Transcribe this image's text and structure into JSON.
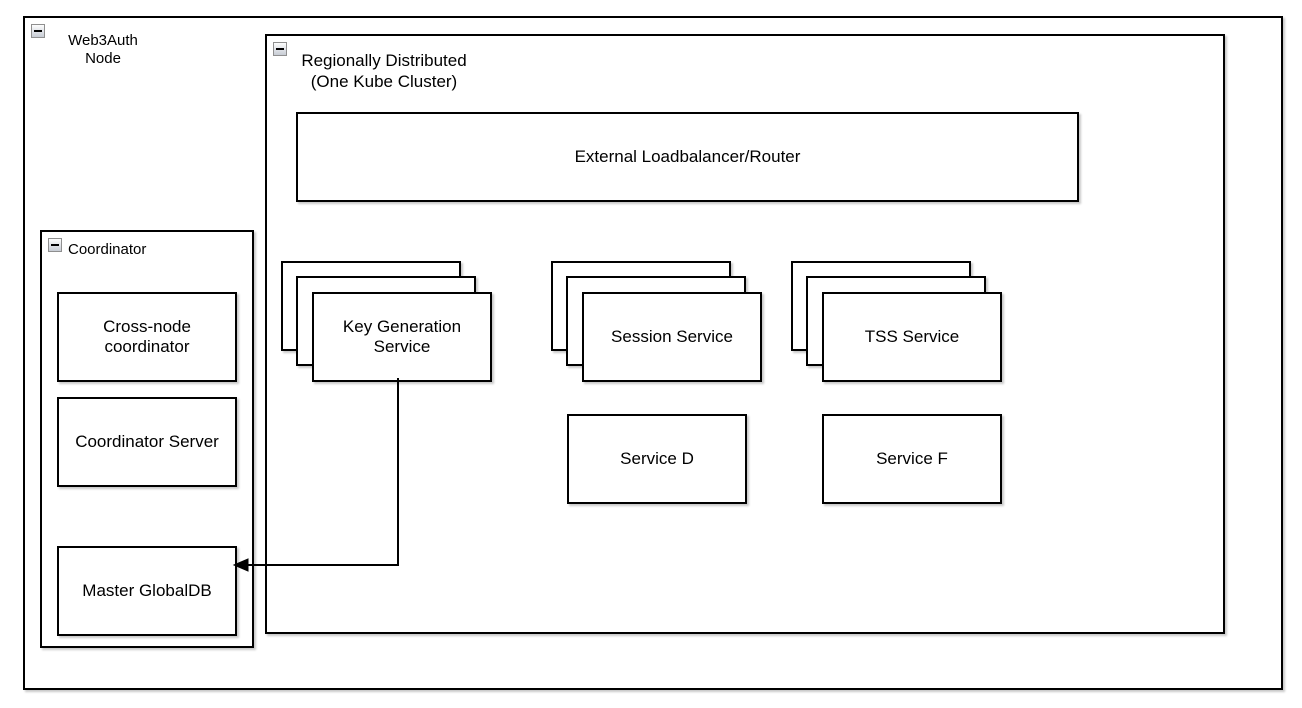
{
  "containers": {
    "web3auth": {
      "label": "Web3Auth\nNode"
    },
    "regional": {
      "label": "Regionally Distributed\n(One Kube Cluster)"
    },
    "coordinator": {
      "label": "Coordinator"
    }
  },
  "nodes": {
    "loadbalancer": {
      "label": "External Loadbalancer/Router"
    },
    "key_generation": {
      "label": "Key Generation\nService",
      "replicas_shown": 3
    },
    "session": {
      "label": "Session Service",
      "replicas_shown": 3
    },
    "tss": {
      "label": "TSS Service",
      "replicas_shown": 3
    },
    "service_d": {
      "label": "Service D"
    },
    "service_f": {
      "label": "Service F"
    },
    "cross_node": {
      "label": "Cross-node\ncoordinator"
    },
    "coordinator_server": {
      "label": "Coordinator Server"
    },
    "master_globaldb": {
      "label": "Master GlobalDB"
    }
  },
  "edges": [
    {
      "from": "key_generation",
      "to": "master_globaldb",
      "style": "orthogonal-arrow"
    }
  ],
  "icons": {
    "collapse": "minus-icon"
  },
  "colors": {
    "stroke": "#000000",
    "fill": "#ffffff",
    "background": "#ffffff",
    "shadow": "#d6d6d6",
    "collapse_button_border": "#8f8f8f"
  }
}
